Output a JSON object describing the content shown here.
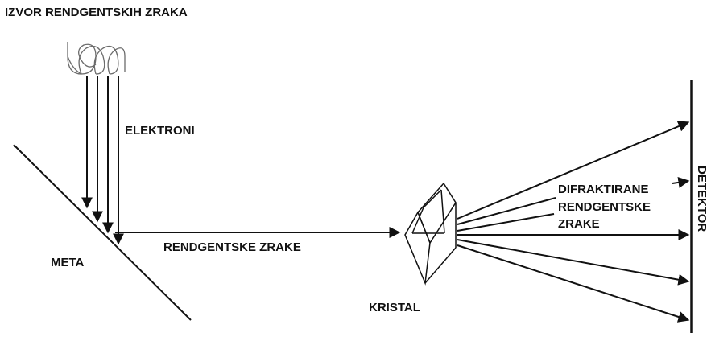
{
  "labels": {
    "source": "IZVOR RENDGENTSKIH ZRAKA",
    "electrons": "ELEKTRONI",
    "target": "META",
    "xrays": "RENDGENTSKE ZRAKE",
    "crystal": "KRISTAL",
    "diffracted_line1": "DIFRAKTIRANE",
    "diffracted_line2": "RENDGENTSKE",
    "diffracted_line3": "ZRAKE",
    "detector": "DETEKTOR"
  },
  "colors": {
    "ink": "#111111",
    "coil": "#6b6b6b",
    "background": "#ffffff"
  }
}
